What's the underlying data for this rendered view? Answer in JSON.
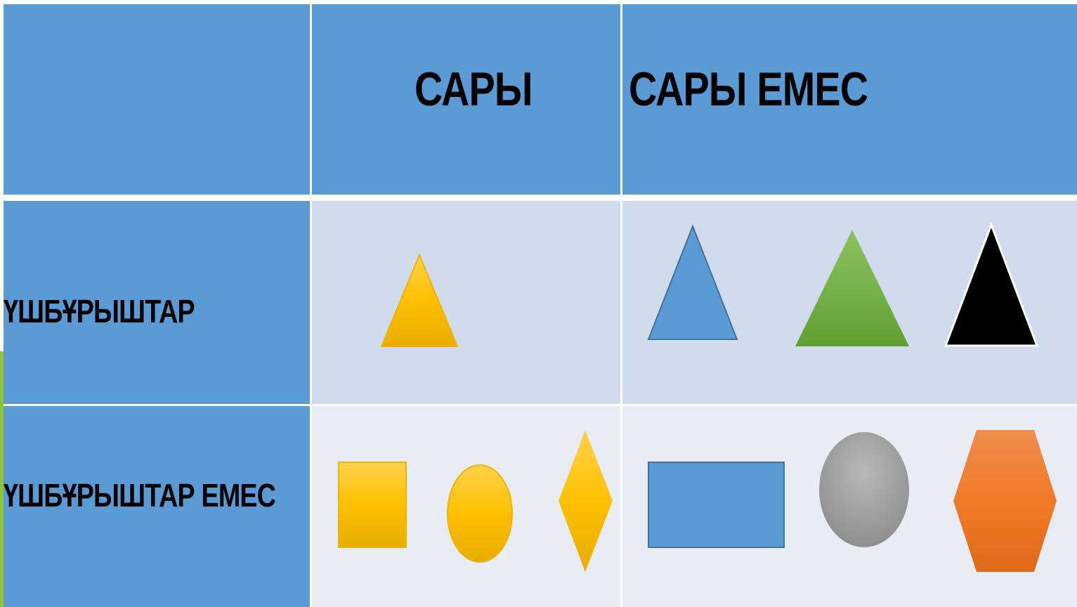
{
  "table": {
    "column_headers": [
      "САРЫ",
      "САРЫ ЕМЕС"
    ],
    "row_headers": [
      "ҮШБҰРЫШТАР",
      "ҮШБҰРЫШТАР ЕМЕС"
    ]
  },
  "colors": {
    "header_blue": "#5b9bd5",
    "row1_bg": "#d0dcec",
    "row2_bg": "#e8edf5",
    "yellow": "#ffc000",
    "blue": "#5b9bd5",
    "green": "#70ad47",
    "black": "#000000",
    "gray": "#a5a5a5",
    "orange": "#ed7d31"
  },
  "shapes": {
    "yellow_triangles": [
      "yellow triangle"
    ],
    "non_yellow_triangles": [
      "blue triangle",
      "green triangle",
      "black triangle"
    ],
    "yellow_non_triangles": [
      "yellow square",
      "yellow circle",
      "yellow rhombus"
    ],
    "non_yellow_non_triangles": [
      "blue rectangle",
      "gray circle",
      "orange hexagon"
    ]
  }
}
